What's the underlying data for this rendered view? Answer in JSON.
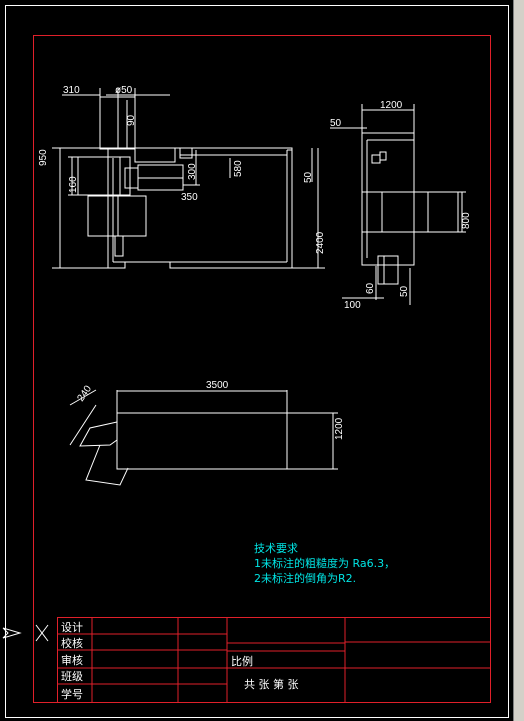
{
  "colors": {
    "background": "#000000",
    "frame": "#e0202a",
    "lines": "#ffffff",
    "notes": "#00e5e5",
    "scrollbar": "#d4d0c8"
  },
  "dimensions": {
    "d310": "310",
    "d50a": "ø50",
    "d90": "90",
    "d950": "950",
    "d160": "160",
    "d300": "300",
    "d580": "580",
    "d350": "350",
    "d50b": "50",
    "d2400": "2400",
    "d1200top": "1200",
    "d50c": "50",
    "d800": "800",
    "d60": "60",
    "d50d": "50",
    "d100": "100",
    "d3500": "3500",
    "d1200side": "1200",
    "d240": "240"
  },
  "notes": {
    "title": "技术要求",
    "line1": "1未标注的粗糙度为 Ra6.3，",
    "line2": "2未标注的倒角为R2."
  },
  "title_block": {
    "r1": "设计",
    "r2": "校核",
    "r3": "审核",
    "r4": "班级",
    "r5": "学号",
    "scale": "比例",
    "sheets": "共  张 第  张"
  },
  "cursor_icon": "ucs-arrow-icon"
}
